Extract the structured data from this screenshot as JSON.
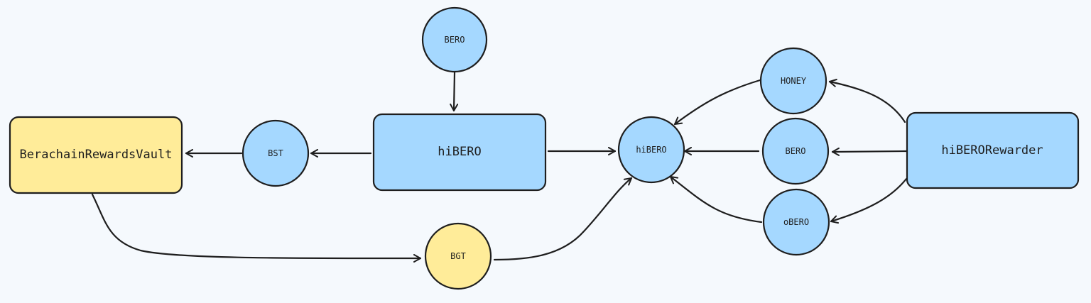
{
  "colors": {
    "background": "#f5f9fd",
    "blue": "#a5d8ff",
    "yellow": "#ffec99",
    "stroke": "#1e1e1e"
  },
  "nodes": {
    "bero_top": "BERO",
    "hibero_box": "hiBERO",
    "bst": "BST",
    "vault": "BerachainRewardsVault",
    "bgt": "BGT",
    "hibero_circle": "hiBERO",
    "honey": "HONEY",
    "bero_right": "BERO",
    "obero": "oBERO",
    "rewarder": "hiBERORewarder"
  }
}
